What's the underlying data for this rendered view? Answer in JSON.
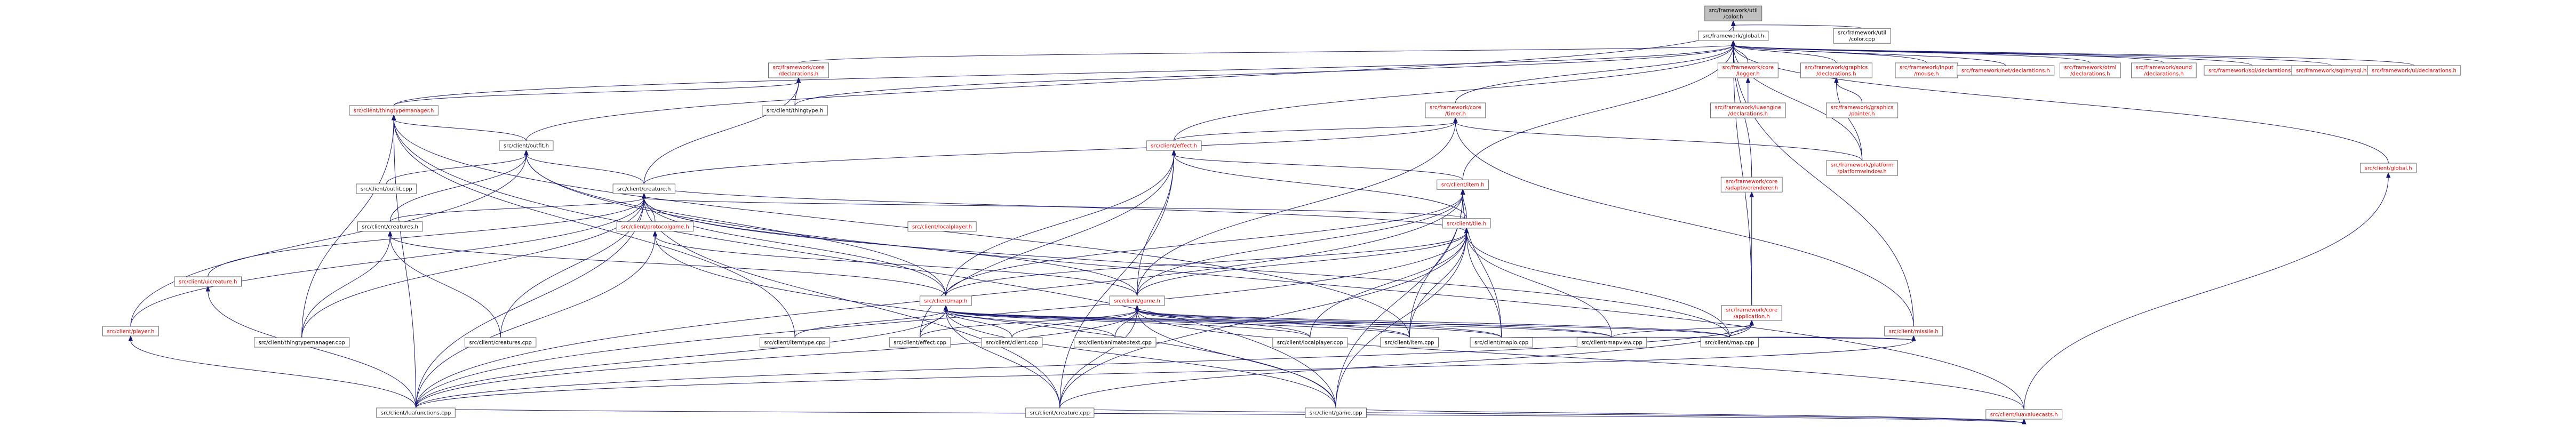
{
  "colors": {
    "root_fill": "#bfbfbf",
    "node_fill": "#ffffff",
    "node_border": "#666666",
    "text_default": "#000000",
    "text_link_red": "#ff0000",
    "edge": "#191970"
  },
  "nodes": [
    {
      "id": "color_h",
      "lines": [
        "src/framework/util",
        "/color.h"
      ],
      "root": true
    },
    {
      "id": "global_h",
      "lines": [
        "src/framework/global.h"
      ]
    },
    {
      "id": "color_cpp",
      "lines": [
        "src/framework/util",
        "/color.cpp"
      ]
    },
    {
      "id": "core_decl",
      "lines": [
        "src/framework/core",
        "/declarations.h"
      ],
      "red": true
    },
    {
      "id": "thingtypemgr_h",
      "lines": [
        "src/client/thingtypemanager.h"
      ],
      "red": true
    },
    {
      "id": "thingtype_h",
      "lines": [
        "src/client/thingtype.h"
      ]
    },
    {
      "id": "core_timer",
      "lines": [
        "src/framework/core",
        "/timer.h"
      ],
      "red": true
    },
    {
      "id": "core_logger",
      "lines": [
        "src/framework/core",
        "/logger.h"
      ],
      "red": true
    },
    {
      "id": "gfx_decl",
      "lines": [
        "src/framework/graphics",
        "/declarations.h"
      ],
      "red": true
    },
    {
      "id": "input_mouse",
      "lines": [
        "src/framework/input",
        "/mouse.h"
      ],
      "red": true
    },
    {
      "id": "net_decl",
      "lines": [
        "src/framework/net/declarations.h"
      ],
      "red": true
    },
    {
      "id": "otml_decl",
      "lines": [
        "src/framework/otml",
        "/declarations.h"
      ],
      "red": true
    },
    {
      "id": "sound_decl",
      "lines": [
        "src/framework/sound",
        "/declarations.h"
      ],
      "red": true
    },
    {
      "id": "sql_decl",
      "lines": [
        "src/framework/sql/declarations.h"
      ],
      "red": true
    },
    {
      "id": "sql_mysql",
      "lines": [
        "src/framework/sql/mysql.h"
      ],
      "red": true
    },
    {
      "id": "ui_decl",
      "lines": [
        "src/framework/ui/declarations.h"
      ],
      "red": true
    },
    {
      "id": "luaengine_decl",
      "lines": [
        "src/framework/luaengine",
        "/declarations.h"
      ],
      "red": true
    },
    {
      "id": "gfx_painter",
      "lines": [
        "src/framework/graphics",
        "/painter.h"
      ],
      "red": true
    },
    {
      "id": "platformwindow",
      "lines": [
        "src/framework/platform",
        "/platformwindow.h"
      ],
      "red": true
    },
    {
      "id": "client_global",
      "lines": [
        "src/client/global.h"
      ],
      "red": true
    },
    {
      "id": "outfit_h",
      "lines": [
        "src/client/outfit.h"
      ]
    },
    {
      "id": "effect_h",
      "lines": [
        "src/client/effect.h"
      ],
      "red": true
    },
    {
      "id": "item_h",
      "lines": [
        "src/client/item.h"
      ],
      "red": true
    },
    {
      "id": "adaptive_counter",
      "lines": [
        "src/framework/core",
        "/adaptiverenderer.h"
      ],
      "red": true
    },
    {
      "id": "outfit_cpp",
      "lines": [
        "src/client/outfit.cpp"
      ]
    },
    {
      "id": "creature_h",
      "lines": [
        "src/client/creature.h"
      ]
    },
    {
      "id": "protocolgame_h",
      "lines": [
        "src/client/protocolgame.h"
      ],
      "red": true
    },
    {
      "id": "tile_h",
      "lines": [
        "src/client/tile.h"
      ],
      "red": true
    },
    {
      "id": "localplayer_h",
      "lines": [
        "src/client/localplayer.h"
      ],
      "red": true
    },
    {
      "id": "creatures_h",
      "lines": [
        "src/client/creatures.h"
      ]
    },
    {
      "id": "player_h",
      "lines": [
        "src/client/player.h"
      ],
      "red": true
    },
    {
      "id": "ui_creature_h",
      "lines": [
        "src/client/uicreature.h"
      ],
      "red": true
    },
    {
      "id": "map_h",
      "lines": [
        "src/client/map.h"
      ],
      "red": true
    },
    {
      "id": "game_h",
      "lines": [
        "src/client/game.h"
      ],
      "red": true
    },
    {
      "id": "application_h",
      "lines": [
        "src/framework/core",
        "/application.h"
      ],
      "red": true
    },
    {
      "id": "missile_h",
      "lines": [
        "src/client/missile.h"
      ],
      "red": true
    },
    {
      "id": "luavaluecasts_h",
      "lines": [
        "src/client/luavaluecasts.h"
      ],
      "red": true
    },
    {
      "id": "thingtypemgr_cpp",
      "lines": [
        "src/client/thingtypemanager.cpp"
      ]
    },
    {
      "id": "creatures_cpp",
      "lines": [
        "src/client/creatures.cpp"
      ]
    },
    {
      "id": "itemtype_cpp",
      "lines": [
        "src/client/itemtype.cpp"
      ]
    },
    {
      "id": "effect_cpp",
      "lines": [
        "src/client/effect.cpp"
      ]
    },
    {
      "id": "client_cpp",
      "lines": [
        "src/client/client.cpp"
      ]
    },
    {
      "id": "animatedtext_cpp",
      "lines": [
        "src/client/animatedtext.cpp"
      ]
    },
    {
      "id": "localplayer_cpp",
      "lines": [
        "src/client/localplayer.cpp"
      ]
    },
    {
      "id": "item_cpp",
      "lines": [
        "src/client/item.cpp"
      ]
    },
    {
      "id": "mapio_cpp",
      "lines": [
        "src/client/mapio.cpp"
      ]
    },
    {
      "id": "mapview_cpp",
      "lines": [
        "src/client/mapview.cpp"
      ]
    },
    {
      "id": "map_cpp",
      "lines": [
        "src/client/map.cpp"
      ]
    },
    {
      "id": "luafunctions_cpp",
      "lines": [
        "src/client/luafunctions.cpp"
      ]
    },
    {
      "id": "creature_cpp",
      "lines": [
        "src/client/creature.cpp"
      ]
    },
    {
      "id": "game_cpp",
      "lines": [
        "src/client/game.cpp"
      ]
    }
  ],
  "edges": [
    [
      "global_h",
      "color_h"
    ],
    [
      "color_cpp",
      "color_h"
    ],
    [
      "outfit_h",
      "color_h"
    ],
    [
      "core_decl",
      "global_h"
    ],
    [
      "thingtypemgr_h",
      "global_h"
    ],
    [
      "thingtype_h",
      "global_h"
    ],
    [
      "core_timer",
      "global_h"
    ],
    [
      "core_logger",
      "global_h"
    ],
    [
      "gfx_decl",
      "global_h"
    ],
    [
      "input_mouse",
      "global_h"
    ],
    [
      "net_decl",
      "global_h"
    ],
    [
      "otml_decl",
      "global_h"
    ],
    [
      "sound_decl",
      "global_h"
    ],
    [
      "sql_decl",
      "global_h"
    ],
    [
      "sql_mysql",
      "global_h"
    ],
    [
      "ui_decl",
      "global_h"
    ],
    [
      "client_global",
      "global_h"
    ],
    [
      "platformwindow",
      "global_h"
    ],
    [
      "effect_h",
      "global_h"
    ],
    [
      "item_h",
      "global_h"
    ],
    [
      "adaptive_counter",
      "global_h"
    ],
    [
      "application_h",
      "global_h"
    ],
    [
      "missile_h",
      "global_h"
    ],
    [
      "luaengine_decl",
      "core_logger"
    ],
    [
      "gfx_painter",
      "gfx_decl"
    ],
    [
      "platformwindow",
      "gfx_decl"
    ],
    [
      "thingtypemgr_h",
      "core_decl"
    ],
    [
      "thingtype_h",
      "core_decl"
    ],
    [
      "creature_h",
      "core_decl"
    ],
    [
      "outfit_h",
      "thingtypemgr_h"
    ],
    [
      "thingtypemgr_cpp",
      "thingtypemgr_h"
    ],
    [
      "game_cpp",
      "thingtypemgr_h"
    ],
    [
      "luafunctions_cpp",
      "thingtypemgr_h"
    ],
    [
      "itemtype_cpp",
      "thingtypemgr_h"
    ],
    [
      "item_cpp",
      "thingtypemgr_h"
    ],
    [
      "effect_h",
      "core_timer"
    ],
    [
      "creature_h",
      "core_timer"
    ],
    [
      "missile_h",
      "core_timer"
    ],
    [
      "game_h",
      "core_timer"
    ],
    [
      "platformwindow",
      "core_timer"
    ],
    [
      "outfit_cpp",
      "outfit_h"
    ],
    [
      "creature_h",
      "outfit_h"
    ],
    [
      "creatures_h",
      "outfit_h"
    ],
    [
      "player_h",
      "outfit_h"
    ],
    [
      "luavaluecasts_h",
      "outfit_h"
    ],
    [
      "map_h",
      "outfit_h"
    ],
    [
      "tile_h",
      "effect_h"
    ],
    [
      "item_h",
      "effect_h"
    ],
    [
      "map_h",
      "effect_h"
    ],
    [
      "game_h",
      "effect_h"
    ],
    [
      "effect_cpp",
      "effect_h"
    ],
    [
      "creature_cpp",
      "effect_h"
    ],
    [
      "tile_h",
      "item_h"
    ],
    [
      "game_h",
      "item_h"
    ],
    [
      "map_h",
      "item_h"
    ],
    [
      "mapio_cpp",
      "item_h"
    ],
    [
      "item_cpp",
      "item_h"
    ],
    [
      "luafunctions_cpp",
      "item_h"
    ],
    [
      "game_cpp",
      "item_h"
    ],
    [
      "application_h",
      "adaptive_counter"
    ],
    [
      "tile_h",
      "creature_h"
    ],
    [
      "protocolgame_h",
      "creature_h"
    ],
    [
      "creatures_h",
      "creature_h"
    ],
    [
      "player_h",
      "creature_h"
    ],
    [
      "ui_creature_h",
      "creature_h"
    ],
    [
      "map_h",
      "creature_h"
    ],
    [
      "game_h",
      "creature_h"
    ],
    [
      "creature_cpp",
      "creature_h"
    ],
    [
      "luafunctions_cpp",
      "creature_h"
    ],
    [
      "map_cpp",
      "creature_h"
    ],
    [
      "thingtypemgr_cpp",
      "creature_h"
    ],
    [
      "creatures_cpp",
      "creature_h"
    ],
    [
      "luavaluecasts_h",
      "client_global"
    ],
    [
      "game_h",
      "protocolgame_h"
    ],
    [
      "luafunctions_cpp",
      "protocolgame_h"
    ],
    [
      "game_cpp",
      "protocolgame_h"
    ],
    [
      "creature_h",
      "tile_h"
    ],
    [
      "map_h",
      "tile_h"
    ],
    [
      "game_h",
      "tile_h"
    ],
    [
      "mapview_cpp",
      "tile_h"
    ],
    [
      "map_cpp",
      "tile_h"
    ],
    [
      "mapio_cpp",
      "tile_h"
    ],
    [
      "item_cpp",
      "tile_h"
    ],
    [
      "localplayer_cpp",
      "tile_h"
    ],
    [
      "creature_cpp",
      "tile_h"
    ],
    [
      "game_cpp",
      "tile_h"
    ],
    [
      "luafunctions_cpp",
      "tile_h"
    ],
    [
      "creatures_cpp",
      "creatures_h"
    ],
    [
      "thingtypemgr_cpp",
      "creatures_h"
    ],
    [
      "map_h",
      "creatures_h"
    ],
    [
      "luafunctions_cpp",
      "player_h"
    ],
    [
      "luafunctions_cpp",
      "ui_creature_h"
    ],
    [
      "effect_cpp",
      "map_h"
    ],
    [
      "client_cpp",
      "map_h"
    ],
    [
      "animatedtext_cpp",
      "map_h"
    ],
    [
      "item_cpp",
      "map_h"
    ],
    [
      "mapio_cpp",
      "map_h"
    ],
    [
      "mapview_cpp",
      "map_h"
    ],
    [
      "map_cpp",
      "map_h"
    ],
    [
      "localplayer_cpp",
      "map_h"
    ],
    [
      "itemtype_cpp",
      "map_h"
    ],
    [
      "luafunctions_cpp",
      "map_h"
    ],
    [
      "creature_cpp",
      "map_h"
    ],
    [
      "game_cpp",
      "map_h"
    ],
    [
      "client_cpp",
      "game_h"
    ],
    [
      "animatedtext_cpp",
      "game_h"
    ],
    [
      "localplayer_cpp",
      "game_h"
    ],
    [
      "item_cpp",
      "game_h"
    ],
    [
      "mapio_cpp",
      "game_h"
    ],
    [
      "mapview_cpp",
      "game_h"
    ],
    [
      "map_cpp",
      "game_h"
    ],
    [
      "luafunctions_cpp",
      "game_h"
    ],
    [
      "creature_cpp",
      "game_h"
    ],
    [
      "game_cpp",
      "game_h"
    ],
    [
      "luavaluecasts_h",
      "game_h"
    ],
    [
      "effect_cpp",
      "game_h"
    ],
    [
      "map_cpp",
      "missile_h"
    ],
    [
      "mapio_cpp",
      "missile_h"
    ],
    [
      "luafunctions_cpp",
      "missile_h"
    ],
    [
      "map_cpp",
      "application_h"
    ],
    [
      "mapview_cpp",
      "application_h"
    ],
    [
      "luafunctions_cpp",
      "application_h"
    ],
    [
      "creature_cpp",
      "application_h"
    ],
    [
      "luafunctions_cpp",
      "luavaluecasts_h"
    ],
    [
      "creature_cpp",
      "luavaluecasts_h"
    ],
    [
      "game_cpp",
      "luavaluecasts_h"
    ]
  ]
}
